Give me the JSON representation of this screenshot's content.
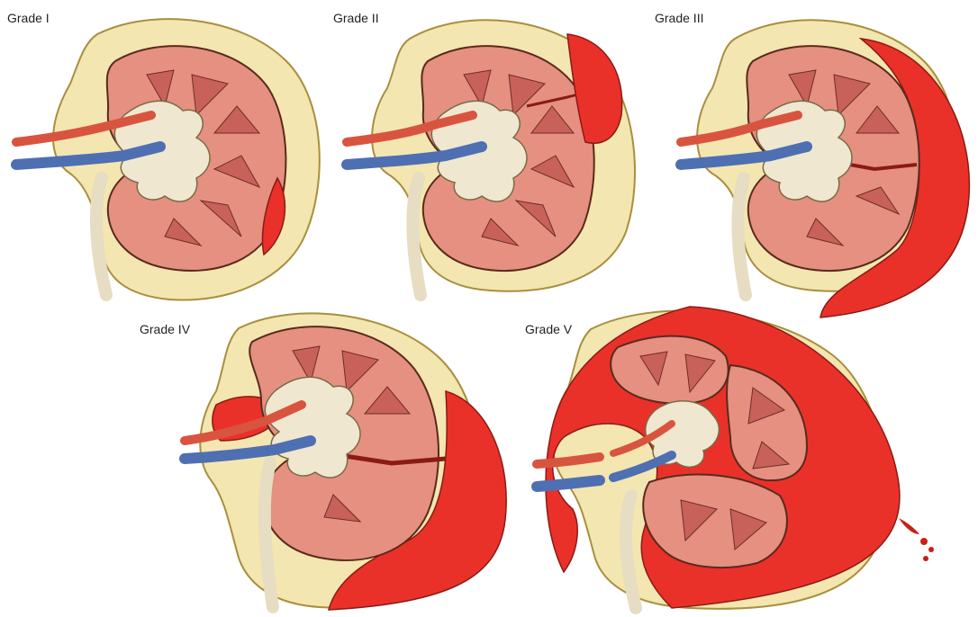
{
  "panels": [
    {
      "label": "Grade I"
    },
    {
      "label": "Grade II"
    },
    {
      "label": "Grade III"
    },
    {
      "label": "Grade IV"
    },
    {
      "label": "Grade V"
    }
  ],
  "colors": {
    "fat": "#f3e6b0",
    "fat_outline": "#a88f3e",
    "cortex": "#e59080",
    "medulla": "#c8615a",
    "pelvis": "#efe7cf",
    "artery": "#d9543f",
    "vein": "#4f6fb3",
    "blood": "#e9312a",
    "capsule_outline": "#5a2a1e"
  }
}
